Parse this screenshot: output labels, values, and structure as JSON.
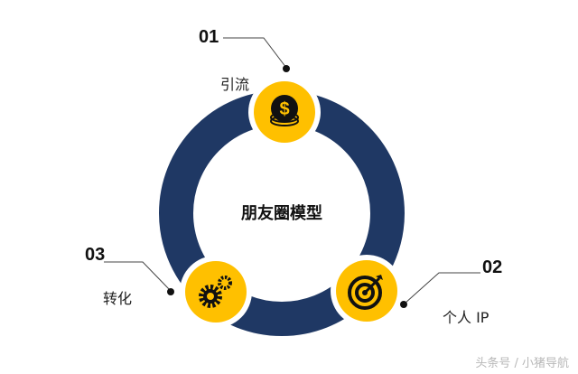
{
  "title": "朋友圈模型",
  "steps": [
    {
      "number": "01",
      "label": "引流",
      "icon": "dollar-coins-icon"
    },
    {
      "number": "02",
      "label": "个人 IP",
      "icon": "target-icon"
    },
    {
      "number": "03",
      "label": "转化",
      "icon": "gears-icon"
    }
  ],
  "watermark": "头条号 / 小猪导航",
  "colors": {
    "ring": "#1f3864",
    "badge": "#ffc000",
    "icon": "#111111"
  }
}
